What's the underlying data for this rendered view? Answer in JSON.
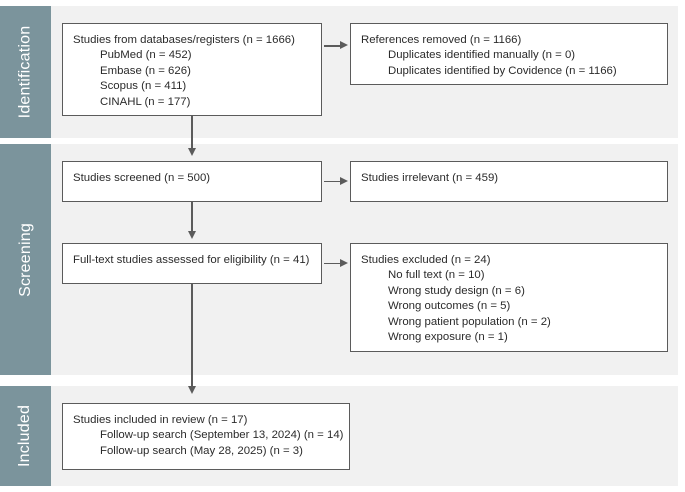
{
  "diagram": {
    "type": "prisma-flow-diagram",
    "colors": {
      "band": "#7b949c",
      "panel_background": "#f1f1f1",
      "box_border": "#5b5b5b",
      "box_fill": "#ffffff",
      "text": "#2b2b2b",
      "band_text": "#ffffff"
    },
    "stages": [
      {
        "id": "identification",
        "label": "Identification"
      },
      {
        "id": "screening",
        "label": "Screening"
      },
      {
        "id": "included",
        "label": "Included"
      }
    ],
    "boxes": {
      "databases": {
        "lines": [
          {
            "text": "Studies from databases/registers (n = 1666)",
            "indent": false
          },
          {
            "text": "PubMed (n = 452)",
            "indent": true
          },
          {
            "text": "Embase (n = 626)",
            "indent": true
          },
          {
            "text": "Scopus (n = 411)",
            "indent": true
          },
          {
            "text": "CINAHL (n = 177)",
            "indent": true
          }
        ]
      },
      "references_removed": {
        "lines": [
          {
            "text": "References removed (n = 1166)",
            "indent": false
          },
          {
            "text": "Duplicates identified manually (n = 0)",
            "indent": true
          },
          {
            "text": "Duplicates identified by Covidence (n = 1166)",
            "indent": true
          }
        ]
      },
      "studies_screened": {
        "lines": [
          {
            "text": "Studies screened (n = 500)",
            "indent": false
          }
        ]
      },
      "studies_irrelevant": {
        "lines": [
          {
            "text": "Studies irrelevant (n = 459)",
            "indent": false
          }
        ]
      },
      "fulltext_assessed": {
        "lines": [
          {
            "text": "Full-text studies assessed for eligibility (n = 41)",
            "indent": false
          }
        ]
      },
      "studies_excluded": {
        "lines": [
          {
            "text": "Studies excluded (n = 24)",
            "indent": false
          },
          {
            "text": "No full text (n = 10)",
            "indent": true
          },
          {
            "text": "Wrong study design (n = 6)",
            "indent": true
          },
          {
            "text": "Wrong outcomes (n = 5)",
            "indent": true
          },
          {
            "text": "Wrong patient population (n = 2)",
            "indent": true
          },
          {
            "text": "Wrong exposure (n = 1)",
            "indent": true
          }
        ]
      },
      "studies_included": {
        "lines": [
          {
            "text": "Studies included in review (n = 17)",
            "indent": false
          },
          {
            "text": "Follow-up search (September 13, 2024) (n = 14)",
            "indent": true
          },
          {
            "text": "Follow-up search (May 28, 2025) (n = 3)",
            "indent": true
          }
        ]
      }
    }
  }
}
